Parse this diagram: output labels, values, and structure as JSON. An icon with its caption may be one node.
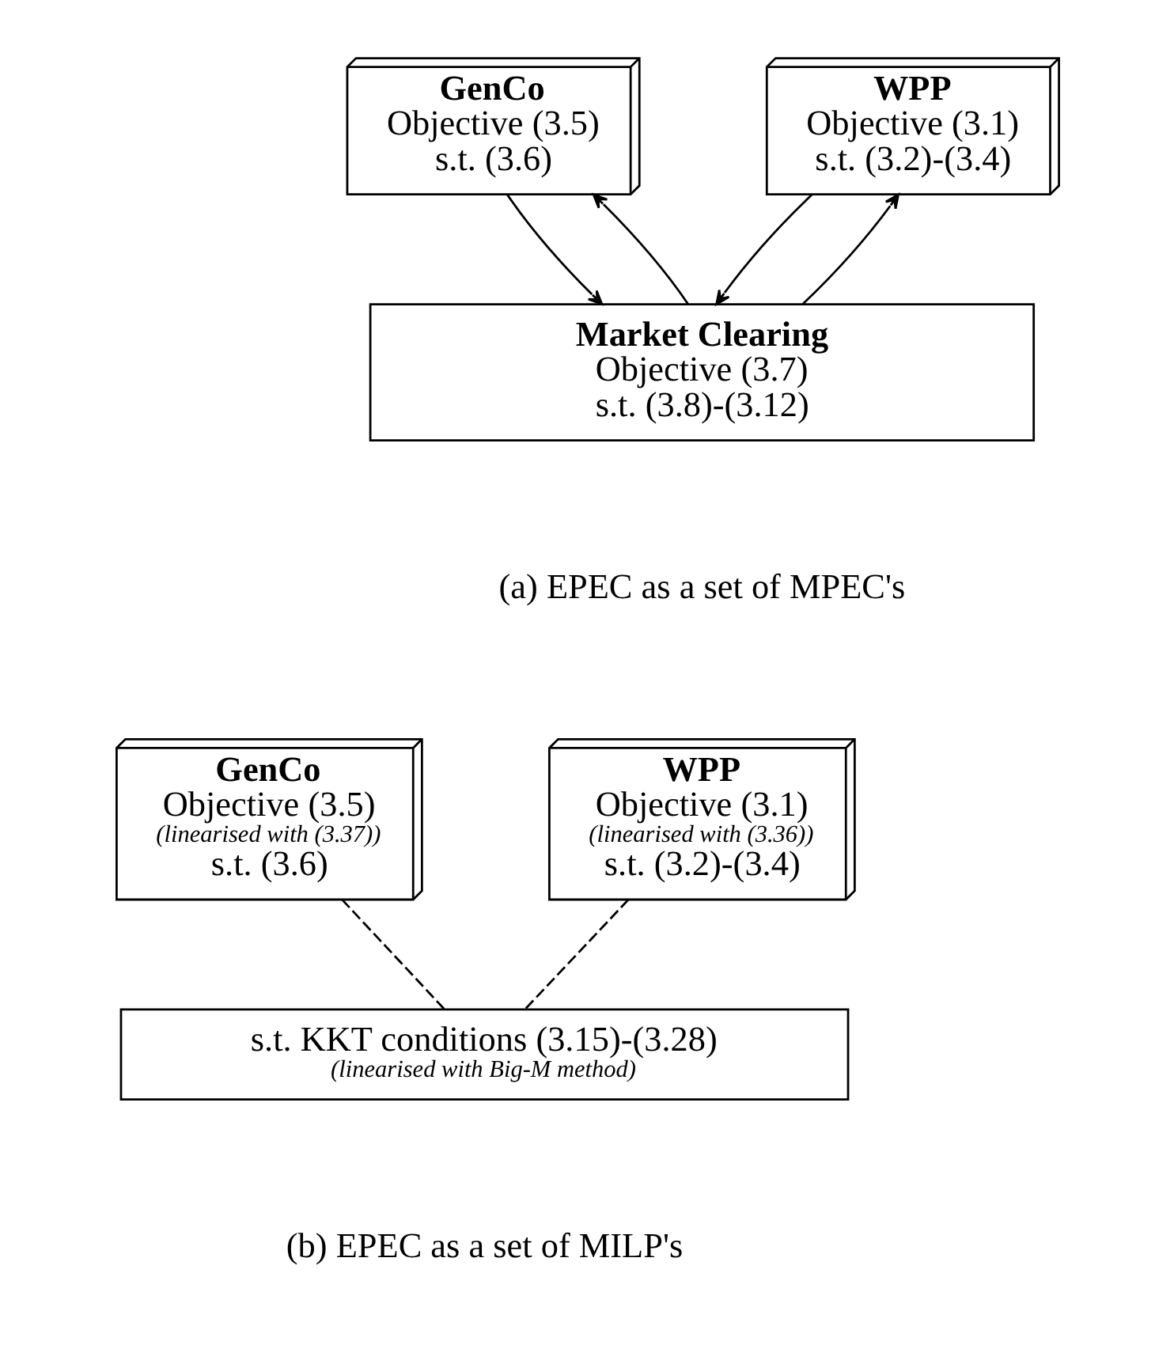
{
  "diagram": {
    "nodes": [
      {
        "text": [
          "WPP",
          "Objective (3.1)",
          "s.t. (3.2)-(3.4)"
        ]
      },
      {
        "text": [
          "GenCo",
          "Objective (3.5)",
          "s.t. (3.6)"
        ]
      },
      {
        "text": [
          "Market Clearing",
          "Objective (3.7)",
          "s.t. (3.8)-(3.12)"
        ]
      },
      {
        "text": [
          "WPP",
          "Objective (3.1)",
          "(linearised with (3.36))",
          "s.t. (3.2)-(3.4)"
        ]
      },
      {
        "text": [
          "GenCo",
          "Objective (3.5)",
          "(linearised with (3.37))",
          "s.t. (3.6)"
        ]
      },
      {
        "text": [
          "s.t. KKT conditions (3.15)-(3.28)",
          "(linearised with Big-M method)"
        ]
      }
    ],
    "edges": [
      {
        "from": 0,
        "to": 2,
        "arrow": "to"
      },
      {
        "from": 2,
        "to": 0,
        "arrow": "to"
      },
      {
        "from": 1,
        "to": 2,
        "arrow": "to"
      },
      {
        "from": 2,
        "to": 1,
        "arrow": "to"
      },
      {
        "from": 3,
        "to": 5,
        "arrow": "none",
        "style": "dashed"
      },
      {
        "from": 4,
        "to": 5,
        "arrow": "none",
        "style": "dashed"
      }
    ],
    "labels": [
      "(a) EPEC as a set of MPEC's",
      "(b) EPEC as a set of MILP's"
    ]
  }
}
